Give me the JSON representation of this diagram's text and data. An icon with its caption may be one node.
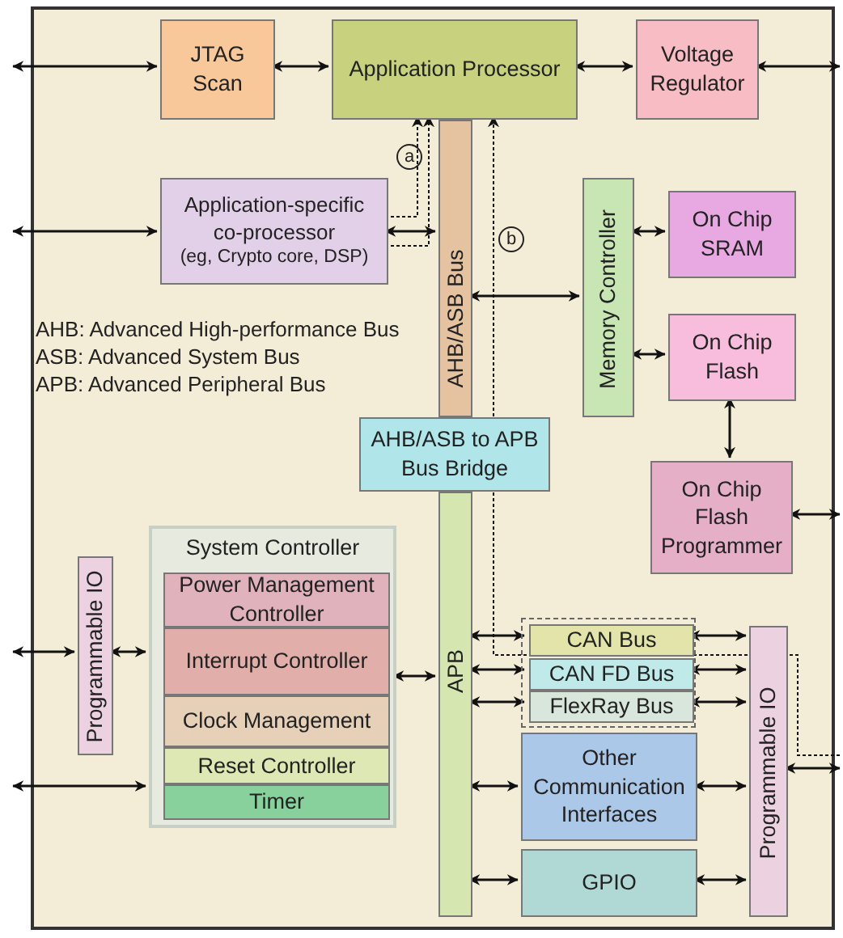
{
  "diagram": {
    "nodes": [
      {
        "text": [],
        "shape": "box"
      },
      {
        "text": [
          "JTAG Scan"
        ],
        "in": 0
      },
      {
        "text": [
          "Application Processor"
        ],
        "in": 0
      },
      {
        "text": [
          "Voltage Regulator"
        ],
        "in": 0
      },
      {
        "text": [
          "Application-specific co-processor",
          "(eg, Crypto core, DSP)"
        ],
        "in": 0
      },
      {
        "text": [
          "AHB/ASB Bus"
        ],
        "in": 0
      },
      {
        "text": [
          "Memory Controller"
        ],
        "in": 0
      },
      {
        "text": [
          "On Chip SRAM"
        ],
        "in": 0
      },
      {
        "text": [
          "On Chip Flash"
        ],
        "in": 0
      },
      {
        "text": [
          "AHB/ASB to APB Bus Bridge"
        ],
        "in": 0
      },
      {
        "text": [
          "On Chip Flash Programmer"
        ],
        "in": 0
      },
      {
        "text": [
          "APB"
        ],
        "in": 0
      },
      {
        "text": [
          "Programmable IO"
        ],
        "in": 0
      },
      {
        "text": [
          "System Controller"
        ],
        "in": 0
      },
      {
        "text": [
          "Power Management Controller"
        ],
        "in": 13
      },
      {
        "text": [
          "Interrupt Controller"
        ],
        "in": 13
      },
      {
        "text": [
          "Clock Management"
        ],
        "in": 13
      },
      {
        "text": [
          "Reset Controller"
        ],
        "in": 13
      },
      {
        "text": [
          "Timer"
        ],
        "in": 13
      },
      {
        "text": [],
        "shape": "box",
        "in": 0
      },
      {
        "text": [
          "CAN Bus"
        ],
        "in": 19
      },
      {
        "text": [
          "CAN FD Bus"
        ],
        "in": 19
      },
      {
        "text": [
          "FlexRay Bus"
        ],
        "in": 19
      },
      {
        "text": [
          "Other Communication Interfaces"
        ],
        "in": 0
      },
      {
        "text": [
          "GPIO"
        ],
        "in": 0
      },
      {
        "text": [
          "Programmable IO"
        ],
        "in": 0
      }
    ],
    "edges": [
      {
        "from": null,
        "to": 1,
        "arrow": "both"
      },
      {
        "from": 1,
        "to": 2,
        "arrow": "both"
      },
      {
        "from": 2,
        "to": 3,
        "arrow": "both"
      },
      {
        "from": 3,
        "to": null,
        "arrow": "both"
      },
      {
        "from": null,
        "to": 4,
        "arrow": "both"
      },
      {
        "from": 4,
        "to": 5,
        "arrow": "both"
      },
      {
        "from": 5,
        "to": 6,
        "arrow": "both"
      },
      {
        "from": 6,
        "to": 7,
        "arrow": "both"
      },
      {
        "from": 6,
        "to": 8,
        "arrow": "both"
      },
      {
        "from": 8,
        "to": 10,
        "arrow": "both"
      },
      {
        "from": 10,
        "to": null,
        "arrow": "both"
      },
      {
        "from": null,
        "to": 12,
        "arrow": "both"
      },
      {
        "from": 12,
        "to": 13,
        "arrow": "both"
      },
      {
        "from": 13,
        "to": 11,
        "arrow": "both"
      },
      {
        "from": null,
        "to": 13,
        "arrow": "both"
      },
      {
        "from": 11,
        "to": 20,
        "arrow": "both"
      },
      {
        "from": 11,
        "to": 21,
        "arrow": "both"
      },
      {
        "from": 11,
        "to": 22,
        "arrow": "both"
      },
      {
        "from": 11,
        "to": 23,
        "arrow": "both"
      },
      {
        "from": 11,
        "to": 24,
        "arrow": "both"
      },
      {
        "from": 20,
        "to": 25,
        "arrow": "both"
      },
      {
        "from": 21,
        "to": 25,
        "arrow": "both"
      },
      {
        "from": 22,
        "to": 25,
        "arrow": "both"
      },
      {
        "from": 23,
        "to": 25,
        "arrow": "both"
      },
      {
        "from": 24,
        "to": 25,
        "arrow": "both"
      },
      {
        "from": 25,
        "to": null,
        "arrow": "both"
      },
      {
        "from": 4,
        "to": 2,
        "arrow": "to",
        "style": "dashed"
      },
      {
        "from": 4,
        "to": 2,
        "arrow": "to",
        "style": "dashed"
      },
      {
        "from": null,
        "to": 2,
        "arrow": "to",
        "style": "dashed"
      }
    ],
    "labels": [
      "a",
      "b",
      "AHB: Advanced High-performance Bus",
      "ASB: Advanced System Bus",
      "APB: Advanced Peripheral Bus"
    ]
  }
}
